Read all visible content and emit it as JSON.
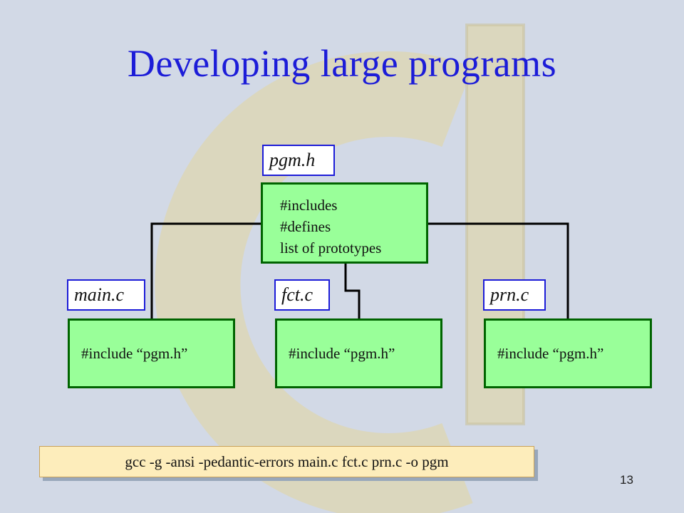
{
  "slide": {
    "title": "Developing large programs",
    "number": "13"
  },
  "diagram": {
    "header": {
      "label": "pgm.h",
      "lines": [
        "#includes",
        "#defines",
        "list of prototypes"
      ]
    },
    "sources": [
      {
        "label": "main.c",
        "content": "#include “pgm.h”"
      },
      {
        "label": "fct.c",
        "content": "#include “pgm.h”"
      },
      {
        "label": "prn.c",
        "content": "#include “pgm.h”"
      }
    ]
  },
  "command": "gcc -g -ansi -pedantic-errors main.c fct.c prn.c -o pgm",
  "colors": {
    "background": "#d2d9e6",
    "title": "#1c1cd8",
    "box_fill": "#99ff99",
    "box_border": "#006400",
    "label_border": "#1c1cd8",
    "command_fill": "#fdedbb"
  }
}
